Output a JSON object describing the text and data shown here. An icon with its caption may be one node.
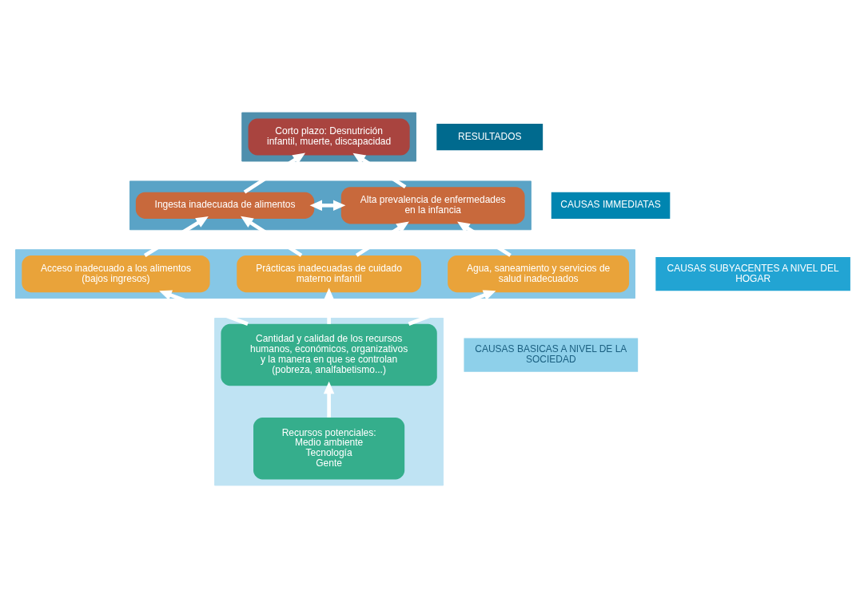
{
  "diagram": {
    "nodes": [
      {
        "text": [],
        "shape": "band"
      },
      {
        "text": [
          "Corto plazo: Desnutrición infantil, muerte, discapacidad"
        ],
        "in": 0
      },
      {
        "text": [
          "RESULTADOS"
        ]
      },
      {
        "text": [],
        "shape": "band"
      },
      {
        "text": [
          "Ingesta inadecuada de alimentos"
        ],
        "in": 3
      },
      {
        "text": [
          "Alta prevalencia de enfermedades en la infancia"
        ],
        "in": 3
      },
      {
        "text": [
          "CAUSAS IMMEDIATAS"
        ]
      },
      {
        "text": [],
        "shape": "band"
      },
      {
        "text": [
          "Acceso inadecuado a los alimentos (bajos ingresos)"
        ],
        "in": 7
      },
      {
        "text": [
          "Prácticas inadecuadas de cuidado materno infantil"
        ],
        "in": 7
      },
      {
        "text": [
          "Agua, saneamiento y servicios de salud inadecuados"
        ],
        "in": 7
      },
      {
        "text": [
          "CAUSAS SUBYACENTES A NIVEL DEL HOGAR"
        ]
      },
      {
        "text": [],
        "shape": "band"
      },
      {
        "text": [
          "Cantidad y calidad de los recursos humanos, económicos, organizativos y la manera en que se controlan (pobreza, analfabetismo...)"
        ],
        "in": 12
      },
      {
        "text": [
          "Recursos potenciales:",
          "Medio ambiente",
          "Tecnología",
          "Gente"
        ],
        "in": 12
      },
      {
        "text": [
          "CAUSAS BASICAS A NIVEL DE LA SOCIEDAD"
        ]
      }
    ],
    "edges": [
      {
        "from": 4,
        "to": 1,
        "arrow": "to"
      },
      {
        "from": 5,
        "to": 1,
        "arrow": "to"
      },
      {
        "from": 4,
        "to": 5,
        "arrow": "both"
      },
      {
        "from": 8,
        "to": 4,
        "arrow": "to"
      },
      {
        "from": 9,
        "to": 4,
        "arrow": "to"
      },
      {
        "from": 9,
        "to": 5,
        "arrow": "to"
      },
      {
        "from": 10,
        "to": 5,
        "arrow": "to"
      },
      {
        "from": 13,
        "to": 8,
        "arrow": "to"
      },
      {
        "from": 13,
        "to": 9,
        "arrow": "to"
      },
      {
        "from": 13,
        "to": 10,
        "arrow": "to"
      },
      {
        "from": 14,
        "to": 13,
        "arrow": "to"
      }
    ]
  }
}
